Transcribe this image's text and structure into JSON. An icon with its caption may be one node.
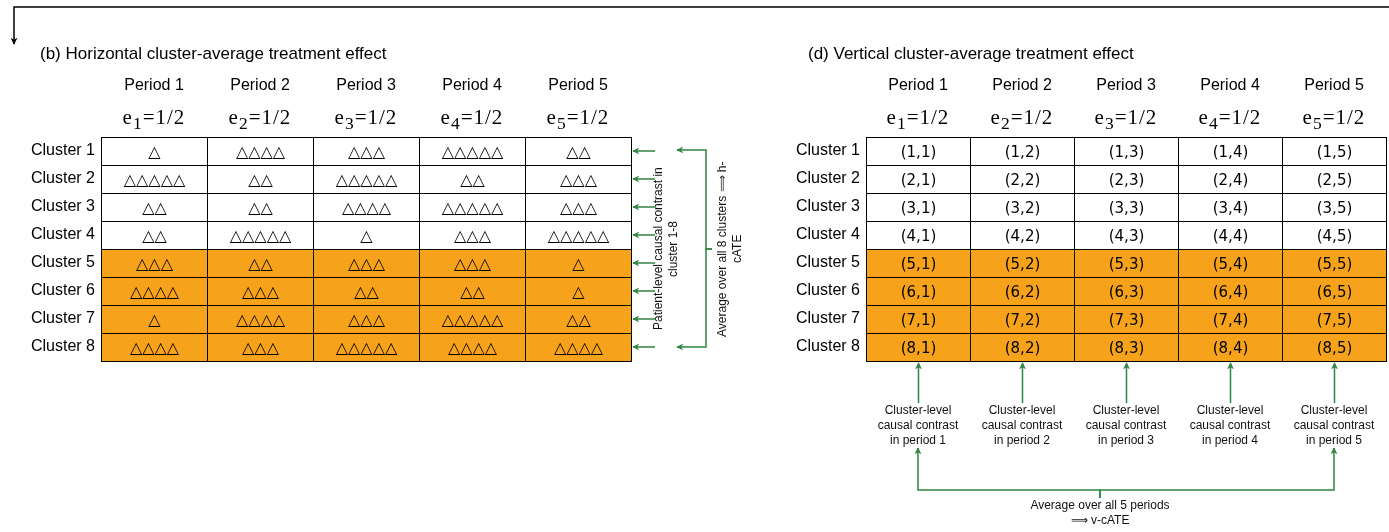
{
  "diagram": {
    "nodes": [
      {
        "text": [
          "(b) Horizontal cluster-average treatment effect"
        ]
      },
      {
        "text": [
          "Cluster 1",
          "△",
          "△△△△",
          "△△△",
          "△△△△△",
          "△△"
        ]
      },
      {
        "text": [
          "Cluster 2",
          "△△△△△",
          "△△",
          "△△△△△",
          "△△",
          "△△△"
        ]
      },
      {
        "text": [
          "Cluster 3",
          "△△",
          "△△",
          "△△△△",
          "△△△△△",
          "△△△"
        ]
      },
      {
        "text": [
          "Cluster 4",
          "△△",
          "△△△△△",
          "△",
          "△△△",
          "△△△△△"
        ]
      },
      {
        "text": [
          "Cluster 5",
          "△△△",
          "△△",
          "△△△",
          "△△△",
          "△"
        ]
      },
      {
        "text": [
          "Cluster 6",
          "△△△△",
          "△△△",
          "△△",
          "△△",
          "△"
        ]
      },
      {
        "text": [
          "Cluster 7",
          "△",
          "△△△△",
          "△△△",
          "△△△△△",
          "△△"
        ]
      },
      {
        "text": [
          "Cluster 8",
          "△△△△",
          "△△△",
          "△△△△△",
          "△△△△",
          "△△△△"
        ]
      },
      {
        "text": [
          "Patient-level causal contrast in cluster 1-8"
        ]
      },
      {
        "text": [
          "Average over all 8 clusters ⟹ h-cATE"
        ]
      },
      {
        "text": [
          "(1,1)",
          "(2,1)",
          "(3,1)",
          "(4,1)",
          "(5,1)",
          "(6,1)",
          "(7,1)",
          "(8,1)"
        ]
      },
      {
        "text": [
          "(1,2)",
          "(2,2)",
          "(3,2)",
          "(4,2)",
          "(5,2)",
          "(6,2)",
          "(7,2)",
          "(8,2)"
        ]
      },
      {
        "text": [
          "(1,3)",
          "(2,3)",
          "(3,3)",
          "(4,3)",
          "(5,3)",
          "(6,3)",
          "(7,3)",
          "(8,3)"
        ]
      },
      {
        "text": [
          "(1,4)",
          "(2,4)",
          "(3,4)",
          "(4,4)",
          "(5,4)",
          "(6,4)",
          "(7,4)",
          "(8,4)"
        ]
      },
      {
        "text": [
          "(1,5)",
          "(2,5)",
          "(3,5)",
          "(4,5)",
          "(5,5)",
          "(6,5)",
          "(7,5)",
          "(8,5)"
        ]
      },
      {
        "text": [
          "Cluster-level causal contrast in period 1"
        ]
      },
      {
        "text": [
          "Cluster-level causal contrast in period 2"
        ]
      },
      {
        "text": [
          "Cluster-level causal contrast in period 3"
        ]
      },
      {
        "text": [
          "Cluster-level causal contrast in period 4"
        ]
      },
      {
        "text": [
          "Cluster-level causal contrast in period 5"
        ]
      },
      {
        "text": [
          "Average over all 5 periods ⟹ v-cATE"
        ]
      }
    ],
    "edges": [
      {
        "from": null,
        "to": 0,
        "arrow": "to",
        "color": "#000000"
      },
      {
        "from": 9,
        "to": 1,
        "arrow": "to"
      },
      {
        "from": 9,
        "to": 2,
        "arrow": "to"
      },
      {
        "from": 9,
        "to": 3,
        "arrow": "to"
      },
      {
        "from": 9,
        "to": 4,
        "arrow": "to"
      },
      {
        "from": 9,
        "to": 5,
        "arrow": "to"
      },
      {
        "from": 9,
        "to": 6,
        "arrow": "to"
      },
      {
        "from": 9,
        "to": 7,
        "arrow": "to"
      },
      {
        "from": 9,
        "to": 8,
        "arrow": "to"
      },
      {
        "from": 10,
        "to": 9,
        "arrow": "to"
      },
      {
        "from": 10,
        "to": 9,
        "arrow": "to"
      },
      {
        "from": 16,
        "to": 11,
        "arrow": "to"
      },
      {
        "from": 17,
        "to": 12,
        "arrow": "to"
      },
      {
        "from": 18,
        "to": 13,
        "arrow": "to"
      },
      {
        "from": 19,
        "to": 14,
        "arrow": "to"
      },
      {
        "from": 20,
        "to": 15,
        "arrow": "to"
      },
      {
        "from": 21,
        "to": 16,
        "arrow": "to"
      },
      {
        "from": 21,
        "to": 20,
        "arrow": "to"
      }
    ],
    "labels": [
      "Period 1",
      "Period 2",
      "Period 3",
      "Period 4",
      "Period 5",
      "e$_{1}$=1/2",
      "e$_{2}$=1/2",
      "e$_{3}$=1/2",
      "e$_{4}$=1/2",
      "e$_{5}$=1/2",
      "(d) Vertical cluster-average treatment effect",
      "Period 1",
      "Period 2",
      "Period 3",
      "Period 4",
      "Period 5",
      "e$_{1}$=1/2",
      "e$_{2}$=1/2",
      "e$_{3}$=1/2",
      "e$_{4}$=1/2",
      "e$_{5}$=1/2",
      "Cluster 1",
      "Cluster 2",
      "Cluster 3",
      "Cluster 4",
      "Cluster 5",
      "Cluster 6",
      "Cluster 7",
      "Cluster 8"
    ]
  }
}
